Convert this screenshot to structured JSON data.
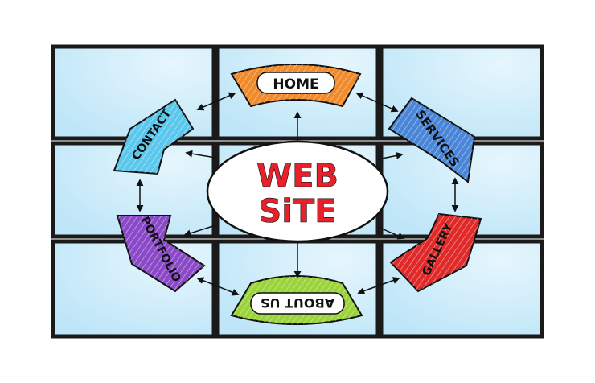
{
  "colors": {
    "background": "#ffffff",
    "screen": "#bfe6f8",
    "screen_glare": "#dff3fc",
    "bezel": "#1a1a1a",
    "home": "#f08a2a",
    "services": "#4a86d8",
    "gallery": "#e02a2a",
    "about_us": "#9ad33a",
    "portfolio": "#8a4ac8",
    "contact": "#5ac8ec",
    "center_text": "#e8202a"
  },
  "center": {
    "line1": "WEB",
    "line2": "SiTE"
  },
  "segments": {
    "home": "HOME",
    "services": "SERVICES",
    "gallery": "GALLERY",
    "about_us": "ABOUT US",
    "portfolio": "PORTFOLIO",
    "contact": "CONTACT"
  },
  "icons": [
    "double-arrow-icon",
    "arrow-icon"
  ]
}
